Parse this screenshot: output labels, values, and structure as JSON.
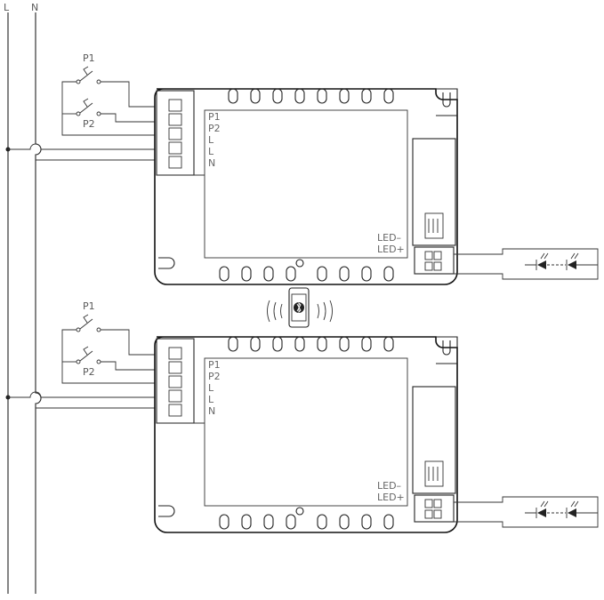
{
  "rails": {
    "line_label": "L",
    "neutral_label": "N"
  },
  "switches": {
    "p1_label": "P1",
    "p2_label": "P2"
  },
  "terminals": [
    "P1",
    "P2",
    "L",
    "L",
    "N"
  ],
  "led_terminals": {
    "minus": "LED–",
    "plus": "LED+"
  },
  "units": [
    {
      "id": "upper"
    },
    {
      "id": "lower"
    }
  ],
  "wireless": {
    "icon": "bluetooth-icon"
  },
  "colors": {
    "stroke": "#222222",
    "label": "#5a5a5a",
    "background": "#ffffff"
  }
}
